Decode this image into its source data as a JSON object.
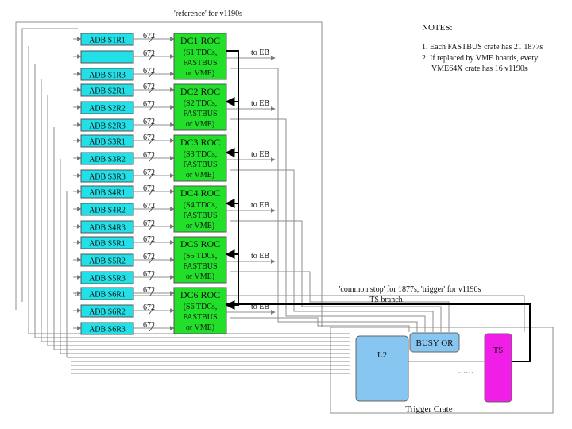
{
  "top_label": "'reference' for v1190s",
  "notes": {
    "title": "NOTES:",
    "line1": "1. Each FASTBUS crate has 21 1877s",
    "line2": "2. If replaced by VME boards, every",
    "line3": "VME64X crate has 16 v1190s"
  },
  "sectors": [
    {
      "adbs": [
        "ADB S1R1",
        "",
        "ADB S1R3"
      ],
      "roc_title": "DC1 ROC",
      "roc_sub": "(S1 TDCs,"
    },
    {
      "adbs": [
        "ADB S2R1",
        "ADB S2R2",
        "ADB S2R3"
      ],
      "roc_title": "DC2 ROC",
      "roc_sub": "(S2 TDCs,"
    },
    {
      "adbs": [
        "ADB S3R1",
        "ADB S3R2",
        "ADB S3R3"
      ],
      "roc_title": "DC3 ROC",
      "roc_sub": "(S3 TDCs,"
    },
    {
      "adbs": [
        "ADB S4R1",
        "ADB S4R2",
        "ADB S4R3"
      ],
      "roc_title": "DC4 ROC",
      "roc_sub": "(S4 TDCs,"
    },
    {
      "adbs": [
        "ADB S5R1",
        "ADB S5R2",
        "ADB S5R3"
      ],
      "roc_title": "DC5 ROC",
      "roc_sub": "(S5 TDCs,"
    },
    {
      "adbs": [
        "ADB S6R1",
        "ADB S6R2",
        "ADB S6R3"
      ],
      "roc_title": "DC6 ROC",
      "roc_sub": "(S6 TDCs,"
    }
  ],
  "roc_line2": "FASTBUS",
  "roc_line3": "or VME)",
  "channel_count": "672",
  "to_eb": "to EB",
  "common_stop_label": "'common stop' for 1877s, 'trigger' for v1190s",
  "ts_branch_label": "TS branch",
  "trigger_crate": {
    "label": "Trigger Crate",
    "l2": "L2",
    "busy_or": "BUSY OR",
    "ts": "TS",
    "dots": "......"
  },
  "colors": {
    "adb": "#22e0e8",
    "roc": "#22e02a",
    "l2": "#86c6f0",
    "busy_or": "#86c6f0",
    "ts": "#f01ee6"
  }
}
